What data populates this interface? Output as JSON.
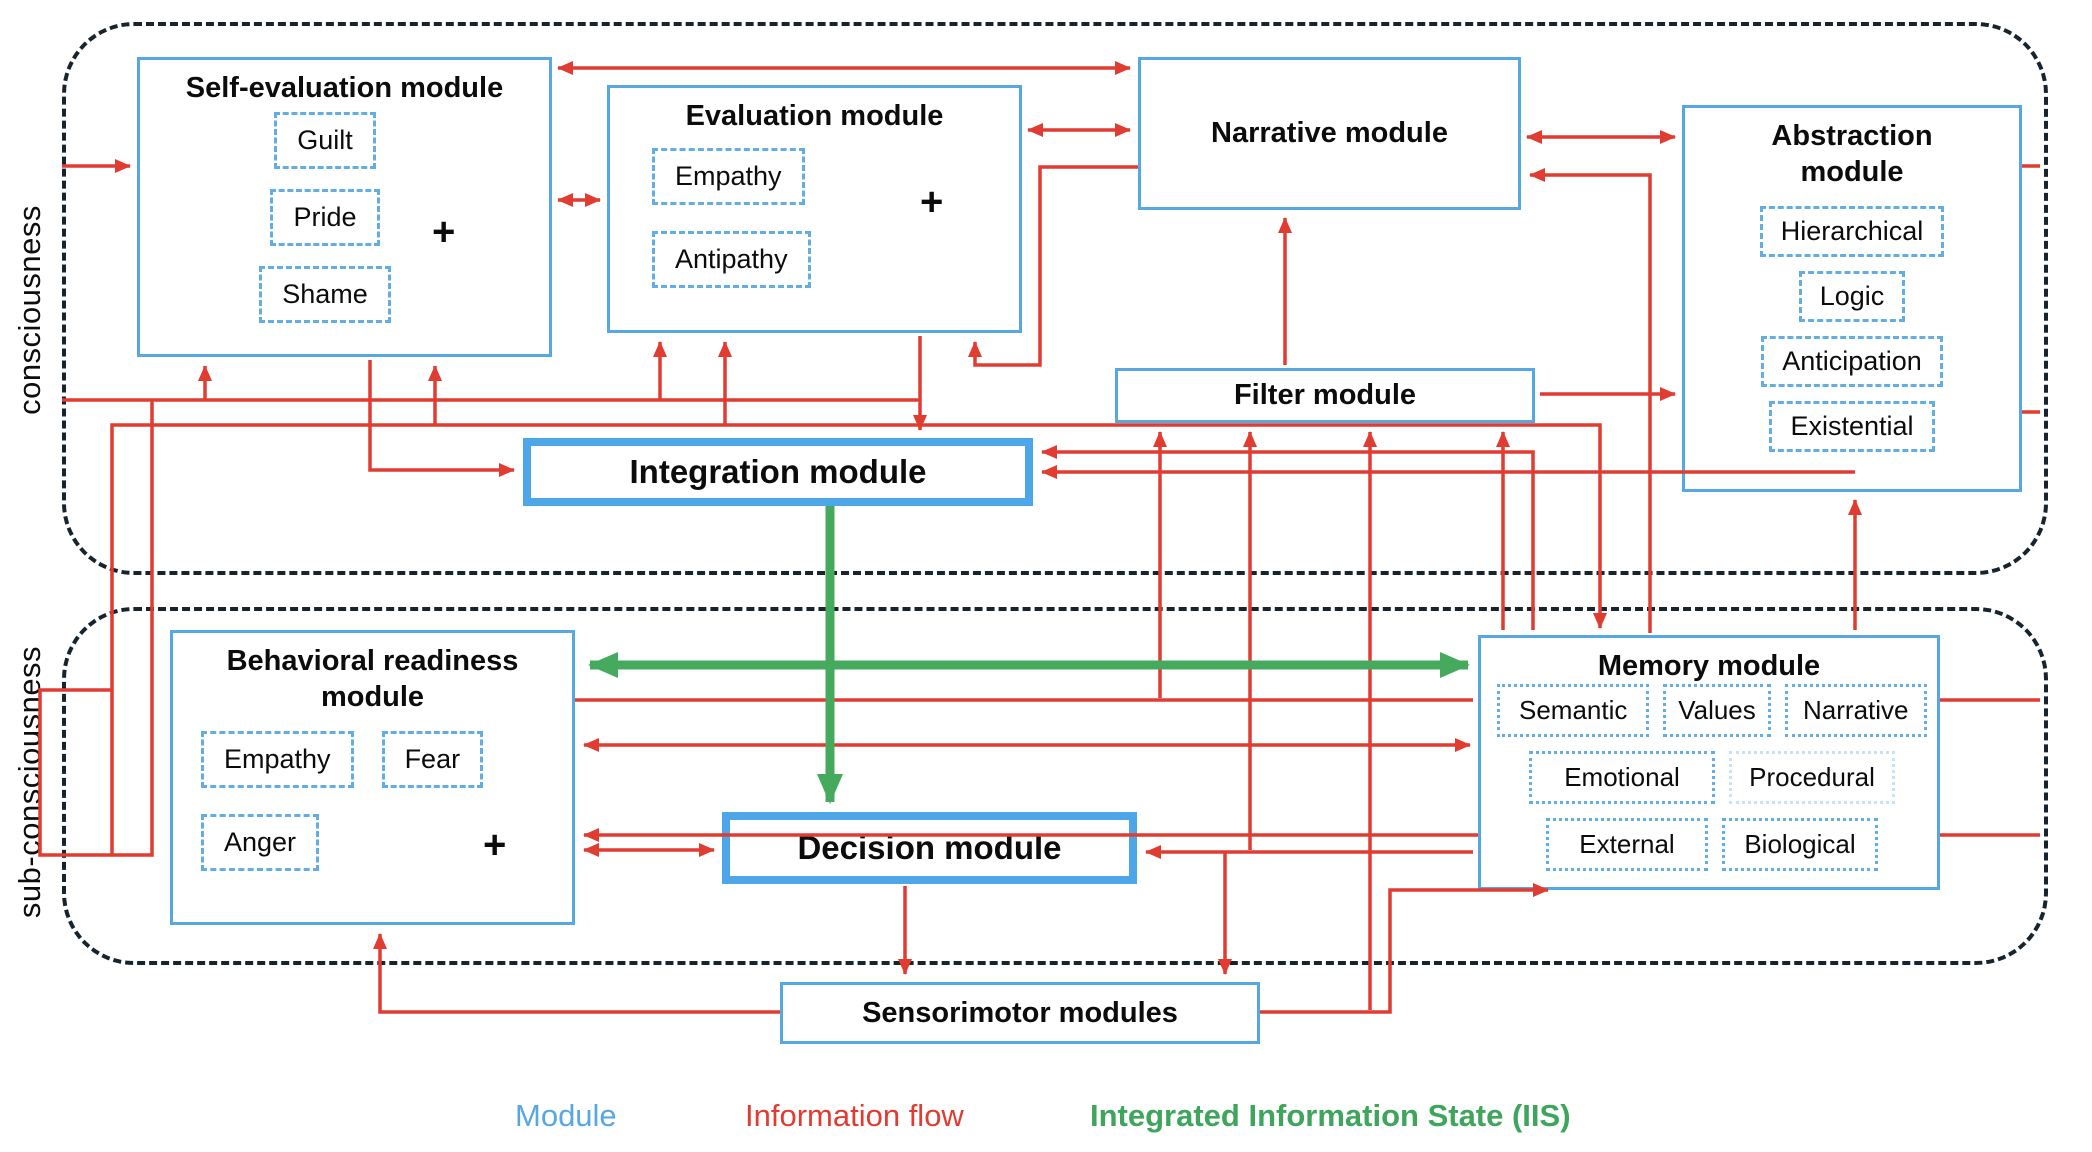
{
  "regions": {
    "consciousness": {
      "label": "consciousness"
    },
    "sub_consciousness": {
      "label": "sub-consciousness"
    }
  },
  "modules": {
    "self_evaluation": {
      "title": "Self-evaluation module",
      "items": [
        "Guilt",
        "Pride",
        "Shame"
      ],
      "plus": "+"
    },
    "evaluation": {
      "title": "Evaluation module",
      "items": [
        "Empathy",
        "Antipathy"
      ],
      "plus": "+"
    },
    "narrative": {
      "title": "Narrative module"
    },
    "abstraction": {
      "title": "Abstraction module",
      "items": [
        "Hierarchical",
        "Logic",
        "Anticipation",
        "Existential"
      ]
    },
    "filter": {
      "title": "Filter module"
    },
    "integration": {
      "title": "Integration module"
    },
    "behavioral_readiness": {
      "title": "Behavioral readiness module",
      "items": [
        "Empathy",
        "Fear",
        "Anger"
      ],
      "plus": "+"
    },
    "decision": {
      "title": "Decision module"
    },
    "memory": {
      "title": "Memory module",
      "items": [
        "Semantic",
        "Values",
        "Narrative",
        "Emotional",
        "Procedural",
        "External",
        "Biological"
      ]
    },
    "sensorimotor": {
      "title": "Sensorimotor modules"
    }
  },
  "legend": {
    "module": {
      "label": "Module",
      "color": "#56a7e2"
    },
    "information_flow": {
      "label": "Information flow",
      "color": "#e03c31"
    },
    "iis": {
      "label": "Integrated Information State (IIS)",
      "color": "#3fa45c"
    }
  },
  "colors": {
    "module_border": "#56a7e2",
    "information_flow": "#e03c31",
    "iis_green": "#45aa5d",
    "region_dash": "#17242e"
  }
}
